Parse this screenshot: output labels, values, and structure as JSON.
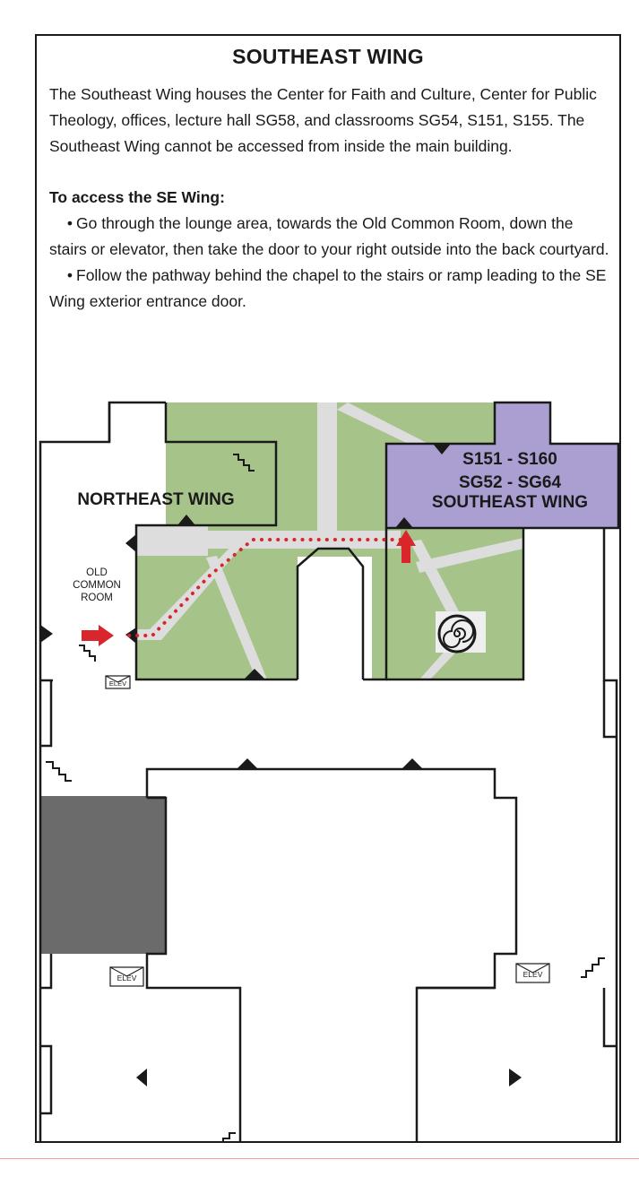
{
  "title": "SOUTHEAST WING",
  "intro": "The Southeast Wing houses the Center for Faith and Culture, Center for Public Theology, offices, lecture hall SG58, and classrooms SG54, S151, S155. The Southeast Wing cannot be accessed from inside the main building.",
  "access": {
    "heading": "To access the SE Wing:",
    "steps": [
      {
        "bullet": "•",
        "text": "Go through the lounge area, towards the Old Common Room, down the stairs or elevator, then take the door to your right outside into the back courtyard."
      },
      {
        "bullet": "•",
        "text": "Follow the pathway behind the chapel to the stairs or ramp leading to the SE Wing exterior entrance door."
      }
    ]
  },
  "map": {
    "labels": {
      "northeast_wing": "NORTHEAST WING",
      "old_common_room": [
        "OLD",
        "COMMON",
        "ROOM"
      ],
      "southeast_wing": [
        "S151 - S160",
        "SG52 - SG64",
        "SOUTHEAST WING"
      ],
      "elevator": "ELEV"
    },
    "colors": {
      "courtyard": "#a6c48a",
      "southeast_wing": "#aa9fd0",
      "path": "#dddddd",
      "route": "#d9262c",
      "shaded_area": "#6b6b6b",
      "walls": "#1a1a1a"
    },
    "icons": [
      "stairs-icon",
      "elevator-icon",
      "labyrinth-icon",
      "door-marker-icon",
      "arrow-icon"
    ]
  }
}
